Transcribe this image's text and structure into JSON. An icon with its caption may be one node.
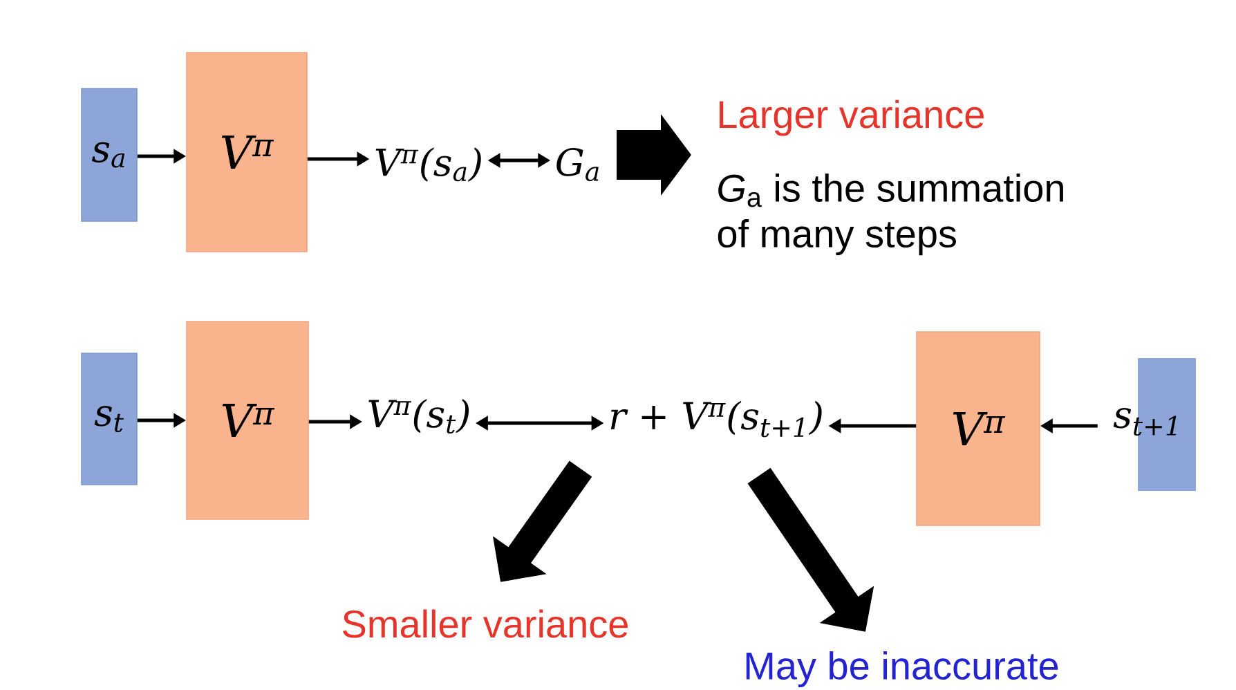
{
  "diagram": {
    "nodes": [
      {
        "text": [
          "s$_{a}$"
        ]
      },
      {
        "text": [
          "V$^{π}$"
        ]
      },
      {
        "text": [
          "V$^{π}$(s$_{a}$)"
        ]
      },
      {
        "text": [
          "G$_{a}$"
        ]
      },
      {
        "text": [
          "Larger variance",
          "*G*$_{a}$ is the summation of many steps"
        ]
      },
      {
        "text": [
          "s$_{t}$"
        ]
      },
      {
        "text": [
          "V$^{π}$"
        ]
      },
      {
        "text": [
          "V$^{π}$(s$_{t}$)"
        ]
      },
      {
        "text": [
          "r + V$^{π}$(s$_{t+1}$)"
        ]
      },
      {
        "text": [
          "V$^{π}$"
        ]
      },
      {
        "text": [
          "s$_{t+1}$"
        ]
      },
      {
        "text": [
          "Smaller variance"
        ]
      },
      {
        "text": [
          "May be inaccurate"
        ]
      }
    ],
    "edges": [
      {
        "from": 0,
        "to": 1,
        "arrow": "to"
      },
      {
        "from": 1,
        "to": 2,
        "arrow": "to"
      },
      {
        "from": 2,
        "to": 3,
        "arrow": "both"
      },
      {
        "from": 3,
        "to": 4,
        "arrow": "to",
        "style": "thick"
      },
      {
        "from": 5,
        "to": 6,
        "arrow": "to"
      },
      {
        "from": 6,
        "to": 7,
        "arrow": "to"
      },
      {
        "from": 7,
        "to": 8,
        "arrow": "both"
      },
      {
        "from": 9,
        "to": 8,
        "arrow": "to"
      },
      {
        "from": 10,
        "to": 9,
        "arrow": "to"
      },
      {
        "from": 8,
        "to": 11,
        "arrow": "to",
        "style": "thick"
      },
      {
        "from": 8,
        "to": 12,
        "arrow": "to",
        "style": "thick"
      }
    ]
  }
}
